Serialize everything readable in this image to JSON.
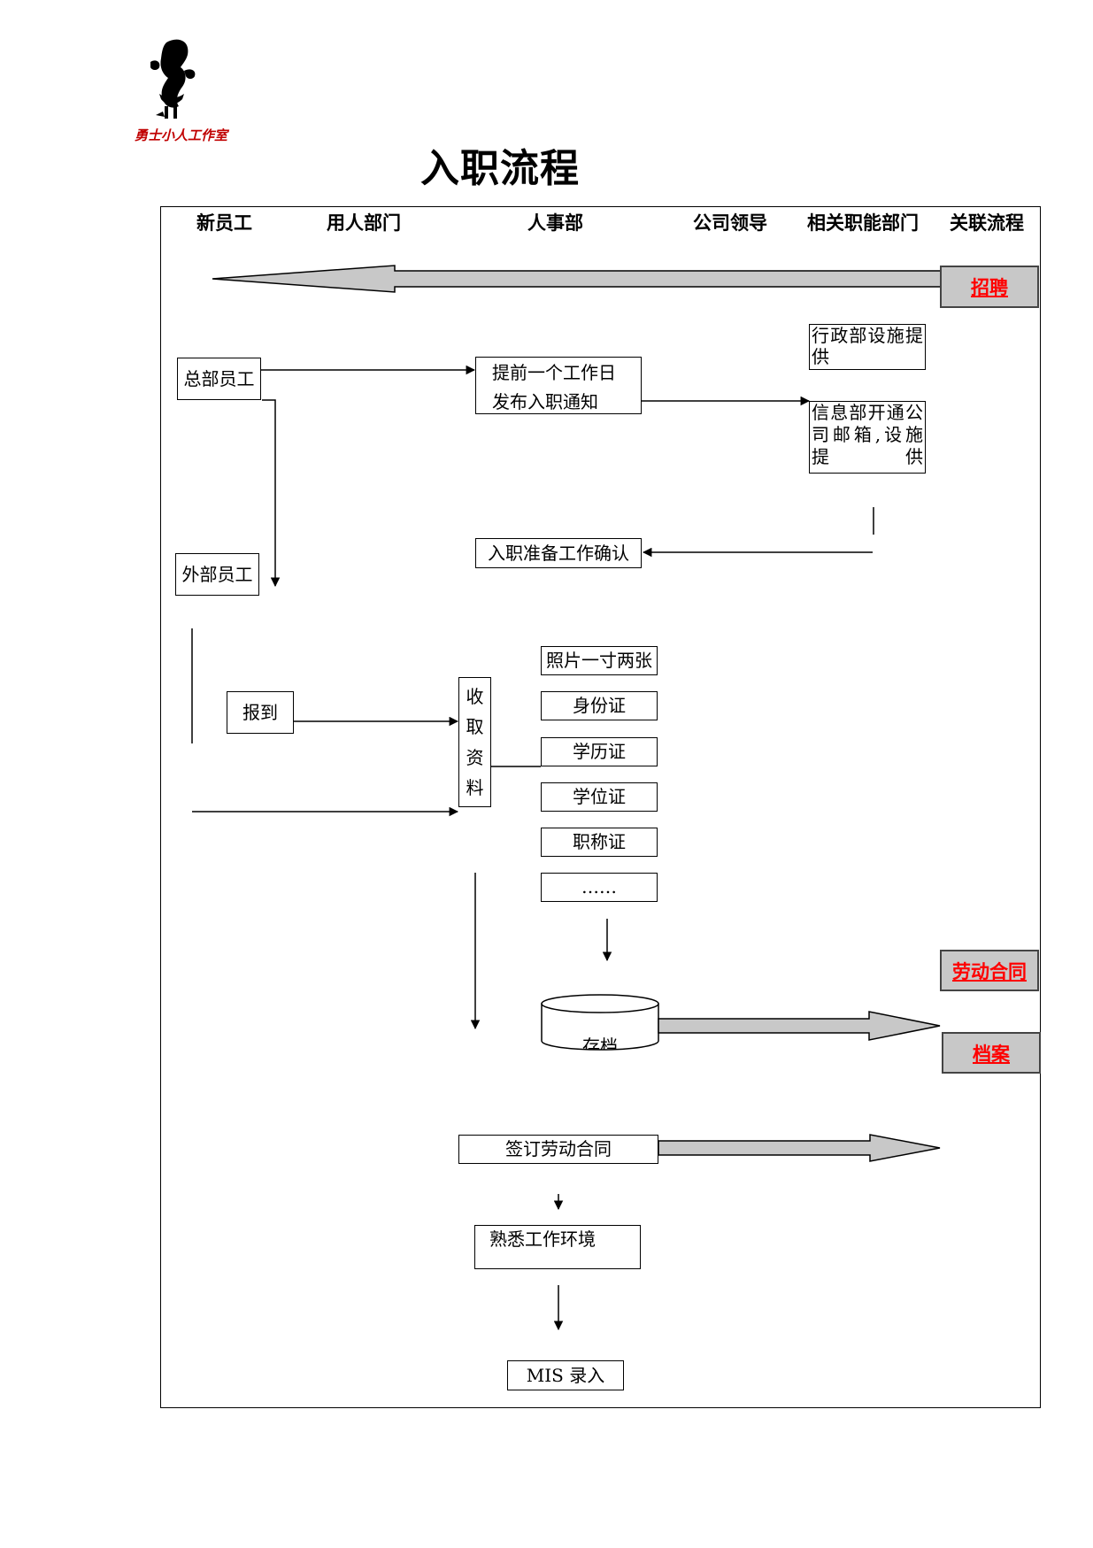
{
  "logo": {
    "icon": "caricature-logo-icon",
    "text": "勇士小人工作室"
  },
  "title": "入职流程",
  "lanes": [
    "新员工",
    "用人部门",
    "人事部",
    "公司领导",
    "相关职能部门",
    "关联流程"
  ],
  "related": {
    "recruit": "招聘",
    "contract": "劳动合同",
    "archive": "档案"
  },
  "nodes": {
    "hq_staff": "总部员工",
    "notice": "提前一个工作日",
    "notice_cut": "发布入职通知",
    "admin_dept": "行政部设施提供",
    "it_dept": "信息部开通公司邮箱,设施提供",
    "prep_confirm": "入职准备工作确认",
    "ext_staff": "外部员工",
    "report": "报到",
    "collect": [
      "收",
      "取",
      "资",
      "料"
    ],
    "docs": [
      "照片一寸两张",
      "身份证",
      "学历证",
      "学位证",
      "职称证",
      "……"
    ],
    "archive_store": "存档",
    "sign_contract": "签订劳动合同",
    "familiarize": "熟悉工作环境",
    "mis": "MIS 录入"
  },
  "colors": {
    "link_text": "#ff0000",
    "related_box": "#c8c8c8",
    "arrow_fill": "#c8c8c8"
  }
}
